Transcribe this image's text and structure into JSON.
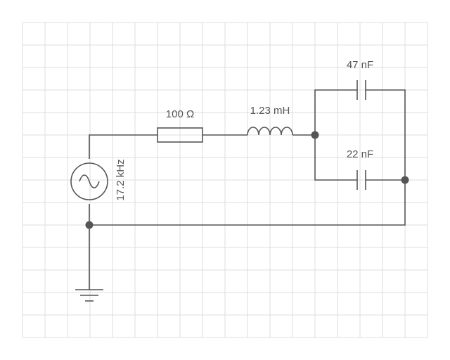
{
  "components": {
    "source": {
      "label": "17.2 kHz"
    },
    "resistor": {
      "label": "100 Ω"
    },
    "inductor": {
      "label": "1.23 mH"
    },
    "capacitor_top": {
      "label": "47 nF"
    },
    "capacitor_bottom": {
      "label": "22 nF"
    }
  },
  "colors": {
    "grid": "#dddddd",
    "line": "#555555",
    "background": "#ffffff"
  },
  "icons": {
    "source": "ac-sine-source-icon",
    "ground": "ground-icon"
  }
}
